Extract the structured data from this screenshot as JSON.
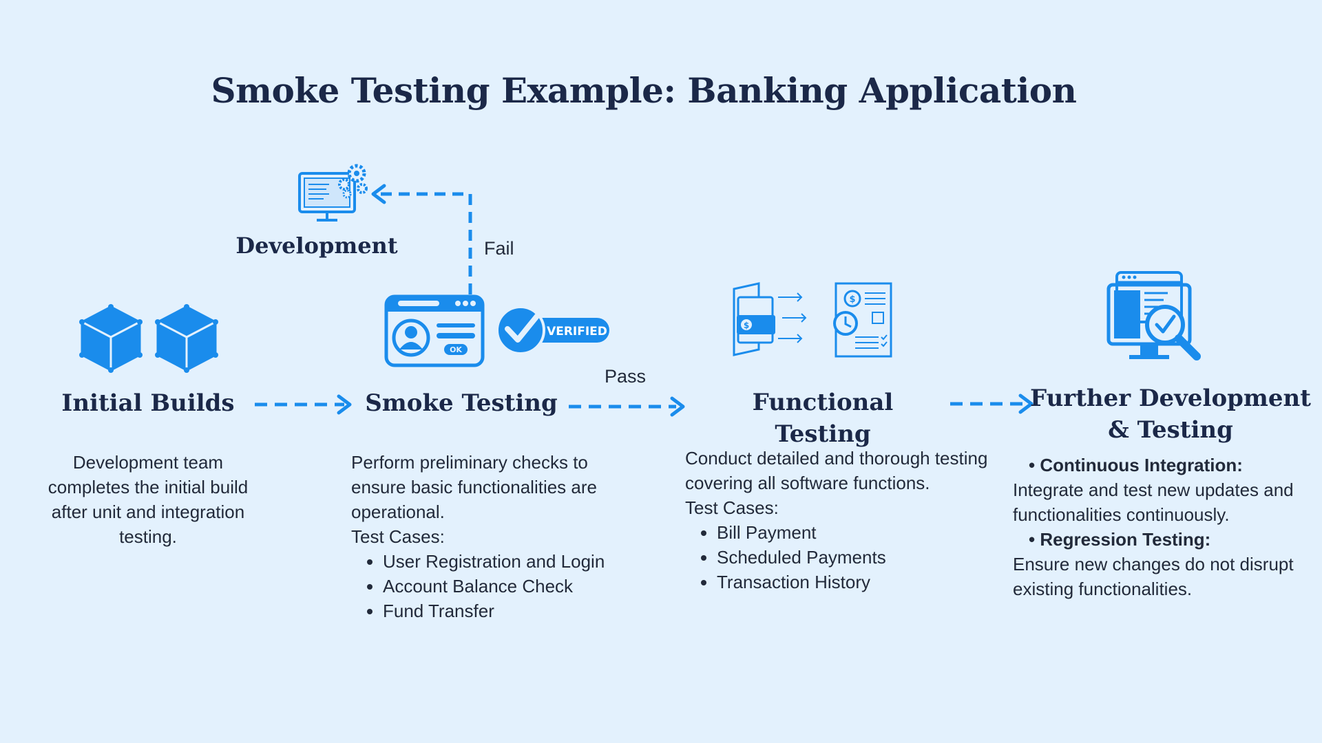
{
  "title": "Smoke Testing Example: Banking Application",
  "colors": {
    "background": "#e3f1fd",
    "accent": "#1a8cec",
    "title": "#1b2848"
  },
  "development": {
    "label": "Development",
    "icon": "computer-gears-icon"
  },
  "edges": {
    "fail_label": "Fail",
    "pass_label": "Pass"
  },
  "stages": {
    "initial_builds": {
      "title": "Initial Builds",
      "icon": "cubes-icon",
      "description": "Development team completes the initial build after unit and integration testing."
    },
    "smoke_testing": {
      "title": "Smoke Testing",
      "icon": "id-card-icon",
      "badge": "VERIFIED",
      "card_ok": "OK",
      "description": "Perform preliminary checks to ensure basic functionalities are operational.",
      "test_cases_label": "Test Cases:",
      "test_cases": [
        "User Registration and Login",
        "Account Balance Check",
        "Fund Transfer"
      ]
    },
    "functional_testing": {
      "title": "Functional Testing",
      "icon": "payment-documents-icon",
      "description": "Conduct detailed and thorough testing covering all software functions.",
      "test_cases_label": "Test Cases:",
      "test_cases": [
        "Bill Payment",
        "Scheduled Payments",
        "Transaction History"
      ]
    },
    "further": {
      "title": "Further Development & Testing",
      "icon": "monitor-magnifier-icon",
      "items": [
        {
          "heading": "Continuous Integration:",
          "text": "Integrate and test new updates and functionalities continuously."
        },
        {
          "heading": "Regression Testing:",
          "text": "Ensure new changes do not disrupt existing functionalities."
        }
      ]
    }
  }
}
